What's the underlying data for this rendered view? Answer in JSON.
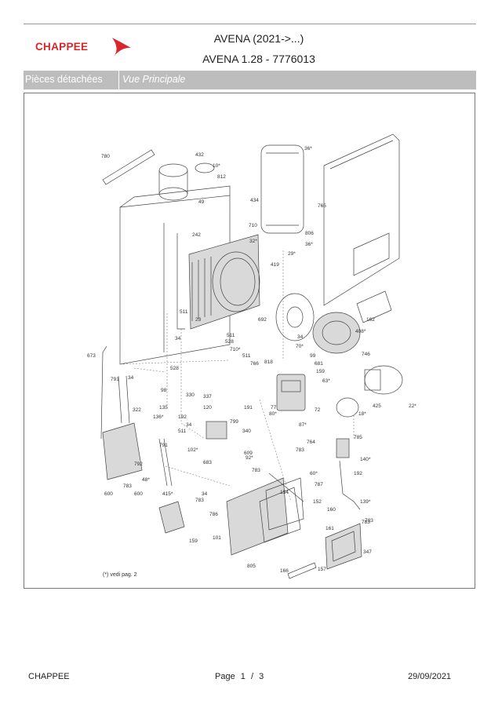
{
  "brand": {
    "logo_text": "CHAPPEE",
    "logo_color": "#d9262b"
  },
  "header": {
    "title_line1": "AVENA (2021->...)",
    "title_line2": "AVENA 1.28 - 7776013"
  },
  "tabbar": {
    "section": "Pièces détachées",
    "view": "Vue Principale",
    "background": "#bdbdbd"
  },
  "diagram": {
    "note": "(*) vedi pag. 2",
    "part_labels": [
      "780",
      "432",
      "10*",
      "812",
      "49",
      "36*",
      "434",
      "765",
      "710",
      "806",
      "242",
      "32*",
      "36*",
      "29*",
      "419",
      "162",
      "408*",
      "511",
      "692",
      "23",
      "511",
      "34",
      "528",
      "710*",
      "511",
      "818",
      "766",
      "34",
      "70*",
      "99",
      "681",
      "159",
      "63*",
      "746",
      "673",
      "528",
      "791",
      "34",
      "98",
      "330",
      "337",
      "135",
      "136*",
      "120",
      "191",
      "77",
      "80*",
      "72",
      "18*",
      "425",
      "22*",
      "322",
      "192",
      "34",
      "799",
      "87*",
      "785",
      "511",
      "102*",
      "340",
      "764",
      "791",
      "609",
      "92*",
      "783",
      "140*",
      "683",
      "783",
      "60*",
      "792",
      "48*",
      "783",
      "192",
      "787",
      "600",
      "783",
      "415*",
      "154",
      "152",
      "139*",
      "783",
      "160",
      "786",
      "159",
      "101",
      "161",
      "783",
      "347",
      "805",
      "166",
      "157",
      "34",
      "600"
    ]
  },
  "footer": {
    "company": "CHAPPEE",
    "page_label": "Page",
    "page_current": "1",
    "page_sep": "/",
    "page_total": "3",
    "date": "29/09/2021"
  }
}
